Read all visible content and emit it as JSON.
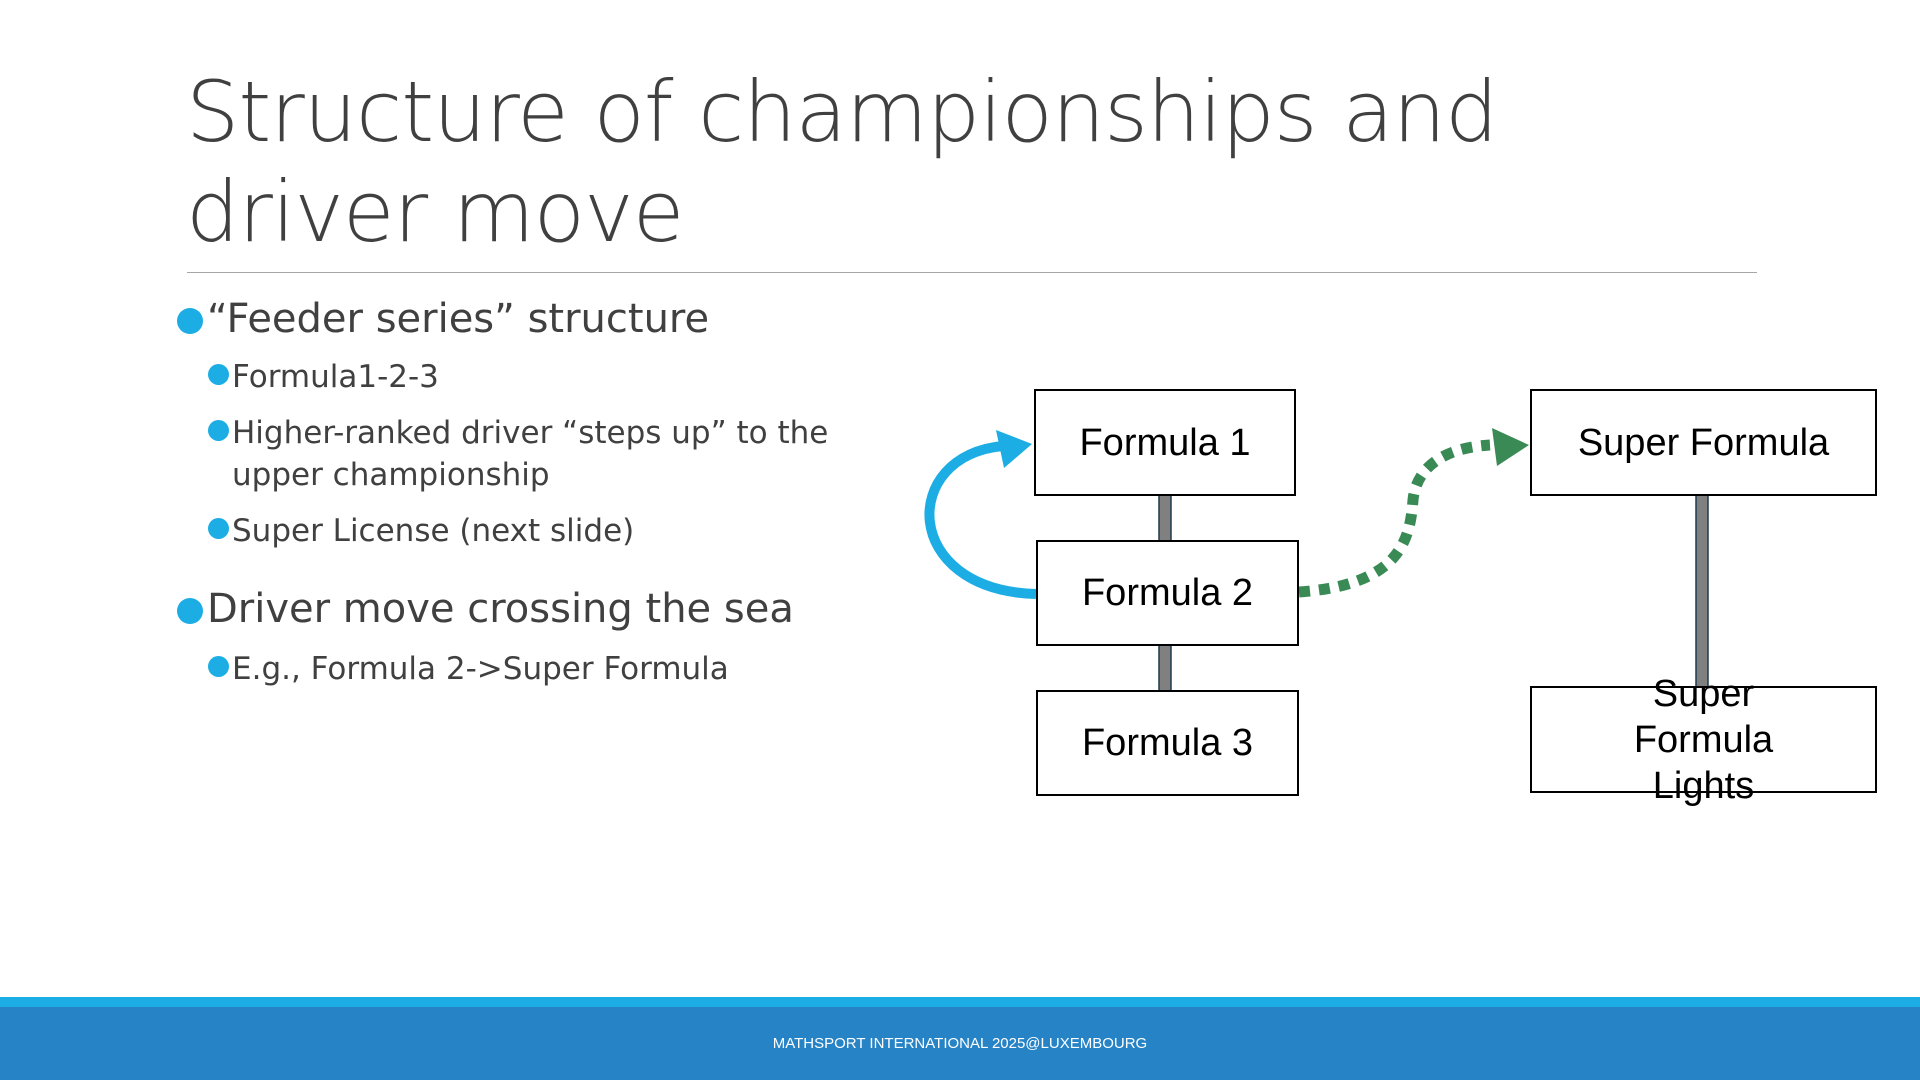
{
  "slide": {
    "title": "Structure of championships and driver move",
    "bullets": [
      {
        "text": "“Feeder series” structure",
        "sub": [
          "Formula1-2-3",
          "Higher-ranked driver “steps up” to the upper championship",
          "Super License (next slide)"
        ]
      },
      {
        "text": "Driver move crossing the sea",
        "sub": [
          "E.g., Formula 2->Super Formula"
        ]
      }
    ],
    "diagram": {
      "left_column": [
        "Formula 1",
        "Formula 2",
        "Formula 3"
      ],
      "right_column": [
        "Super Formula",
        "Super Formula Lights"
      ]
    },
    "footer": "MATHSPORT INTERNATIONAL 2025@LUXEMBOURG"
  },
  "colors": {
    "accent": "#1cade4",
    "footer": "#2683c6",
    "move_arrow": "#3a8a56"
  }
}
